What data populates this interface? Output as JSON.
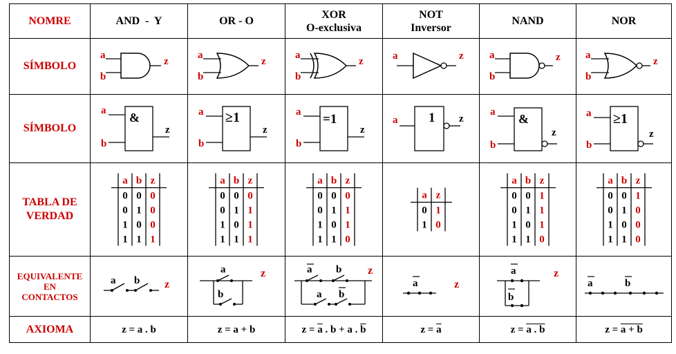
{
  "row_labels": {
    "name": "NOMRE",
    "symbol_1": "SÍMBOLO",
    "symbol_2": "SÍMBOLO",
    "truth_1": "TABLA DE",
    "truth_2": "VERDAD",
    "contacts_1": "EQUIVALENTE",
    "contacts_2": "EN",
    "contacts_3": "CONTACTOS",
    "axiom": "AXIOMA"
  },
  "gates": [
    {
      "name_1": "AND  -  Y",
      "name_2": ""
    },
    {
      "name_1": "OR - O",
      "name_2": ""
    },
    {
      "name_1": "XOR",
      "name_2": "O-exclusiva"
    },
    {
      "name_1": "NOT",
      "name_2": "Inversor"
    },
    {
      "name_1": "NAND",
      "name_2": ""
    },
    {
      "name_1": "NOR",
      "name_2": ""
    }
  ],
  "labels": {
    "a": "a",
    "b": "b",
    "z": "z"
  },
  "iec": {
    "and": "&",
    "or": "≥1",
    "xor": "=1",
    "not": "1"
  },
  "truth_tables": {
    "and": {
      "rows": [
        [
          "0",
          "0",
          "0"
        ],
        [
          "0",
          "1",
          "0"
        ],
        [
          "1",
          "0",
          "0"
        ],
        [
          "1",
          "1",
          "1"
        ]
      ]
    },
    "or": {
      "rows": [
        [
          "0",
          "0",
          "0"
        ],
        [
          "0",
          "1",
          "1"
        ],
        [
          "1",
          "0",
          "1"
        ],
        [
          "1",
          "1",
          "1"
        ]
      ]
    },
    "xor": {
      "rows": [
        [
          "0",
          "0",
          "0"
        ],
        [
          "0",
          "1",
          "1"
        ],
        [
          "1",
          "0",
          "1"
        ],
        [
          "1",
          "1",
          "0"
        ]
      ]
    },
    "not": {
      "rows": [
        [
          "0",
          "1"
        ],
        [
          "1",
          "0"
        ]
      ]
    },
    "nand": {
      "rows": [
        [
          "0",
          "0",
          "1"
        ],
        [
          "0",
          "1",
          "1"
        ],
        [
          "1",
          "0",
          "1"
        ],
        [
          "1",
          "1",
          "0"
        ]
      ]
    },
    "nor": {
      "rows": [
        [
          "0",
          "0",
          "1"
        ],
        [
          "0",
          "1",
          "0"
        ],
        [
          "1",
          "0",
          "0"
        ],
        [
          "1",
          "1",
          "0"
        ]
      ]
    }
  },
  "axioms": {
    "and": {
      "lhs": "z = a . b"
    },
    "or": {
      "lhs": "z = a + b"
    },
    "xor": {
      "p1": "z = ",
      "p2": "a",
      "p3": " . b + a . ",
      "p4": "b"
    },
    "not": {
      "p1": "z = ",
      "p2": "a"
    },
    "nand": {
      "p1": "z = ",
      "p2": "a . b"
    },
    "nor": {
      "p1": "z = ",
      "p2": "a + b"
    }
  },
  "colors": {
    "label_red": "#cc0000",
    "black": "#000000"
  }
}
